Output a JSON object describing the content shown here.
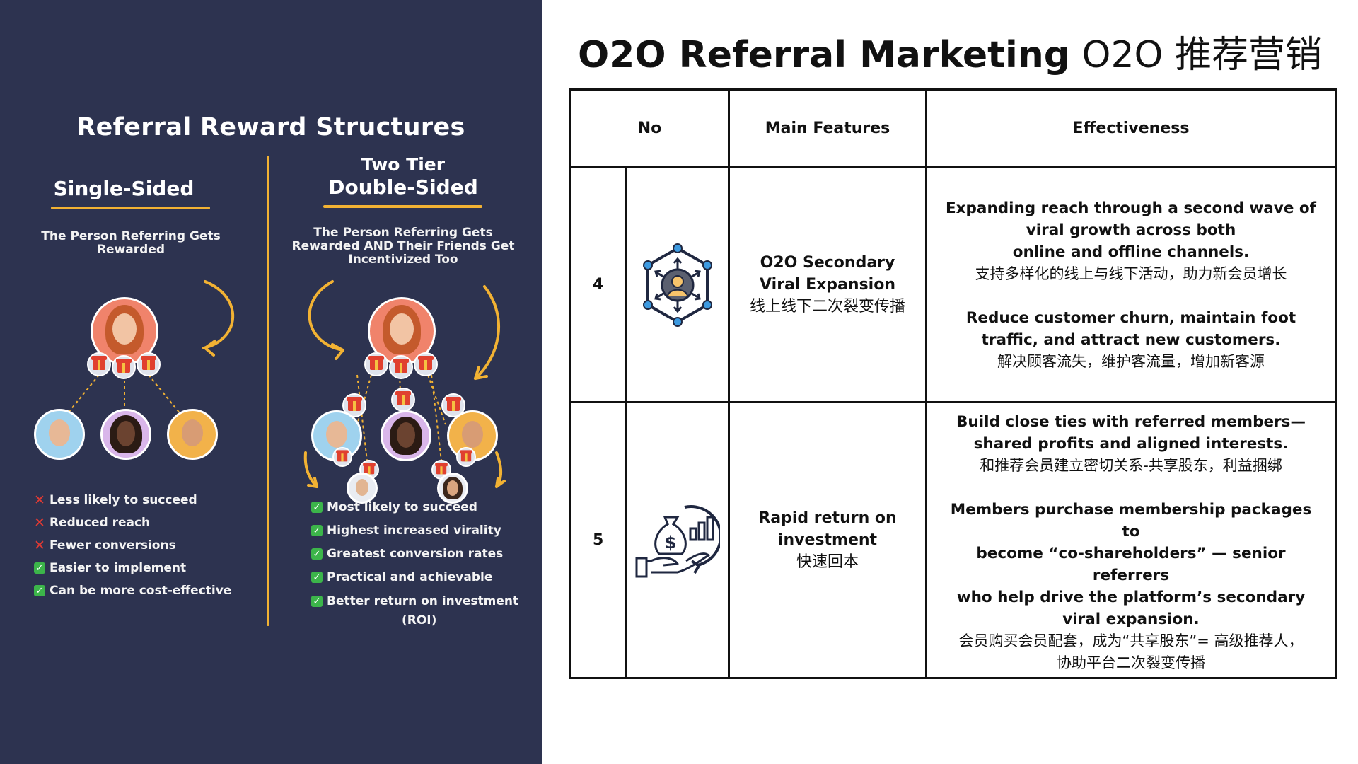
{
  "infographic": {
    "title": "Referral Reward Structures",
    "single": {
      "heading": "Single-Sided",
      "description": [
        "The Person Referring Gets",
        "Rewarded"
      ],
      "list": [
        {
          "mark": "cross",
          "text": "Less likely to succeed"
        },
        {
          "mark": "cross",
          "text": "Reduced reach"
        },
        {
          "mark": "cross",
          "text": "Fewer conversions"
        },
        {
          "mark": "check",
          "text": "Easier to implement"
        },
        {
          "mark": "check",
          "text": "Can be more cost-effective"
        }
      ]
    },
    "double": {
      "heading_top": "Two Tier",
      "heading": "Double-Sided",
      "description": [
        "The Person Referring Gets",
        "Rewarded AND Their Friends Get",
        "Incentivized Too"
      ],
      "list": [
        {
          "mark": "check",
          "text": "Most likely to succeed"
        },
        {
          "mark": "check",
          "text": "Highest increased virality"
        },
        {
          "mark": "check",
          "text": "Greatest conversion rates"
        },
        {
          "mark": "check",
          "text": "Practical and achievable"
        },
        {
          "mark": "check",
          "text": "Better return on investment"
        }
      ],
      "list_tail": "(ROI)"
    },
    "colors": {
      "panel": "#2d3350",
      "accent": "#f2b233",
      "cross": "#e23a33",
      "check": "#3cb54a"
    }
  },
  "page": {
    "title_bold": "O2O Referral Marketing",
    "title_regular": "O2O 推荐营销"
  },
  "table": {
    "headers": {
      "no": "No",
      "features": "Main Features",
      "effectiveness": "Effectiveness"
    },
    "rows": [
      {
        "no": "4",
        "icon": "network-hub-icon",
        "feature_en": [
          "O2O Secondary",
          "Viral Expansion"
        ],
        "feature_zh": "线上线下二次裂变传播",
        "effect": {
          "en1": [
            "Expanding reach through a second wave of",
            "viral growth across both",
            "online and offline channels."
          ],
          "zh1": [
            "支持多样化的线上与线下活动，助力新会员增长"
          ],
          "en2": [
            "Reduce customer churn, maintain foot",
            "traffic, and attract new customers."
          ],
          "zh2": [
            "解决顾客流失，维护客流量，增加新客源"
          ]
        }
      },
      {
        "no": "5",
        "icon": "money-return-icon",
        "feature_en": [
          "Rapid return on",
          "investment"
        ],
        "feature_zh": "快速回本",
        "effect": {
          "en1": [
            "Build close ties with referred members—",
            "shared profits and aligned interests."
          ],
          "zh1": [
            "和推荐会员建立密切关系-共享股东，利益捆绑"
          ],
          "en2": [
            "Members purchase membership packages to",
            "become “co-shareholders” — senior referrers",
            "who help drive the platform’s secondary",
            "viral expansion."
          ],
          "zh2": [
            "会员购买会员配套，成为“共享股东”= 高级推荐人，",
            "协助平台二次裂变传播"
          ]
        }
      }
    ]
  }
}
